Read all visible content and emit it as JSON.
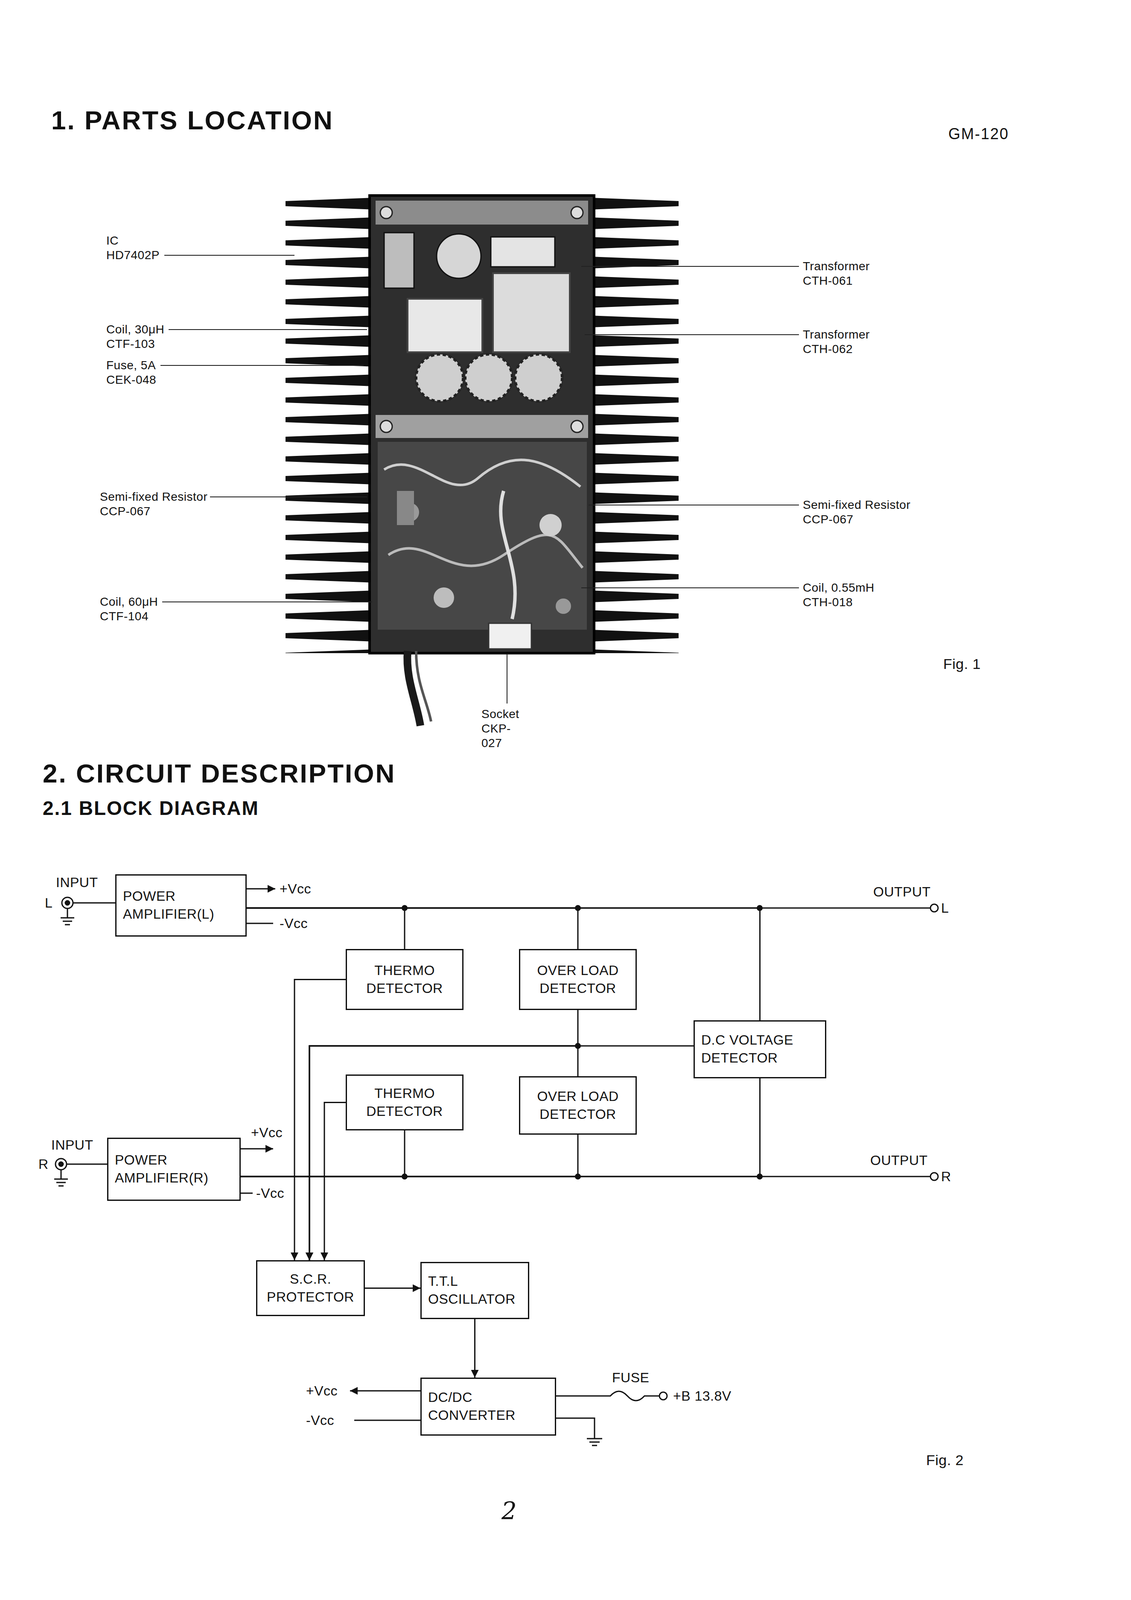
{
  "diagram": {
    "title": "1. PARTS LOCATION",
    "nodes": [
      {
        "text": [
          "POWER AMPLIFIER(L)"
        ]
      },
      {
        "text": [
          "THERMO DETECTOR"
        ]
      },
      {
        "text": [
          "OVER LOAD DETECTOR"
        ]
      },
      {
        "text": [
          "D.C VOLTAGE DETECTOR"
        ]
      },
      {
        "text": [
          "THERMO DETECTOR"
        ]
      },
      {
        "text": [
          "OVER LOAD DETECTOR"
        ]
      },
      {
        "text": [
          "POWER AMPLIFIER(R)"
        ]
      },
      {
        "text": [
          "S.C.R. PROTECTOR"
        ]
      },
      {
        "text": [
          "T.T.L OSCILLATOR"
        ]
      },
      {
        "text": [
          "DC/DC CONVERTER"
        ]
      }
    ],
    "edges": [
      {
        "from": 0,
        "to": 1,
        "arrow": "none"
      },
      {
        "from": 0,
        "to": 2,
        "arrow": "none"
      },
      {
        "from": 0,
        "to": 3,
        "arrow": "none"
      },
      {
        "from": 6,
        "to": 4,
        "arrow": "none"
      },
      {
        "from": 6,
        "to": 5,
        "arrow": "none"
      },
      {
        "from": 6,
        "to": 3,
        "arrow": "none"
      },
      {
        "from": 1,
        "to": 7,
        "arrow": "to"
      },
      {
        "from": 2,
        "to": 7,
        "arrow": "to"
      },
      {
        "from": 5,
        "to": 7,
        "arrow": "to"
      },
      {
        "from": 3,
        "to": 7,
        "arrow": "to"
      },
      {
        "from": 4,
        "to": 7,
        "arrow": "to"
      },
      {
        "from": 7,
        "to": 8,
        "arrow": "to"
      },
      {
        "from": 8,
        "to": 9,
        "arrow": "to"
      }
    ],
    "labels": [
      "GM-120",
      "IC HD7402P",
      "Transformer CTH-061",
      "Coil, 30μH CTF-103",
      "Transformer CTH-062",
      "Fuse, 5A CEK-048",
      "Semi-fixed Resistor CCP-067",
      "Semi-fixed Resistor CCP-067",
      "Coil, 0.55mH CTH-018",
      "Coil, 60μH CTF-104",
      "Fig. 1",
      "Socket CKP-027",
      "2. CIRCUIT DESCRIPTION",
      "2.1 BLOCK DIAGRAM",
      "INPUT",
      "L",
      "+Vcc",
      "-Vcc",
      "OUTPUT",
      "L",
      "INPUT",
      "R",
      "+Vcc",
      "-Vcc",
      "OUTPUT",
      "R",
      "+Vcc",
      "-Vcc",
      "FUSE",
      "+B 13.8V",
      "Fig. 2",
      "2"
    ]
  }
}
